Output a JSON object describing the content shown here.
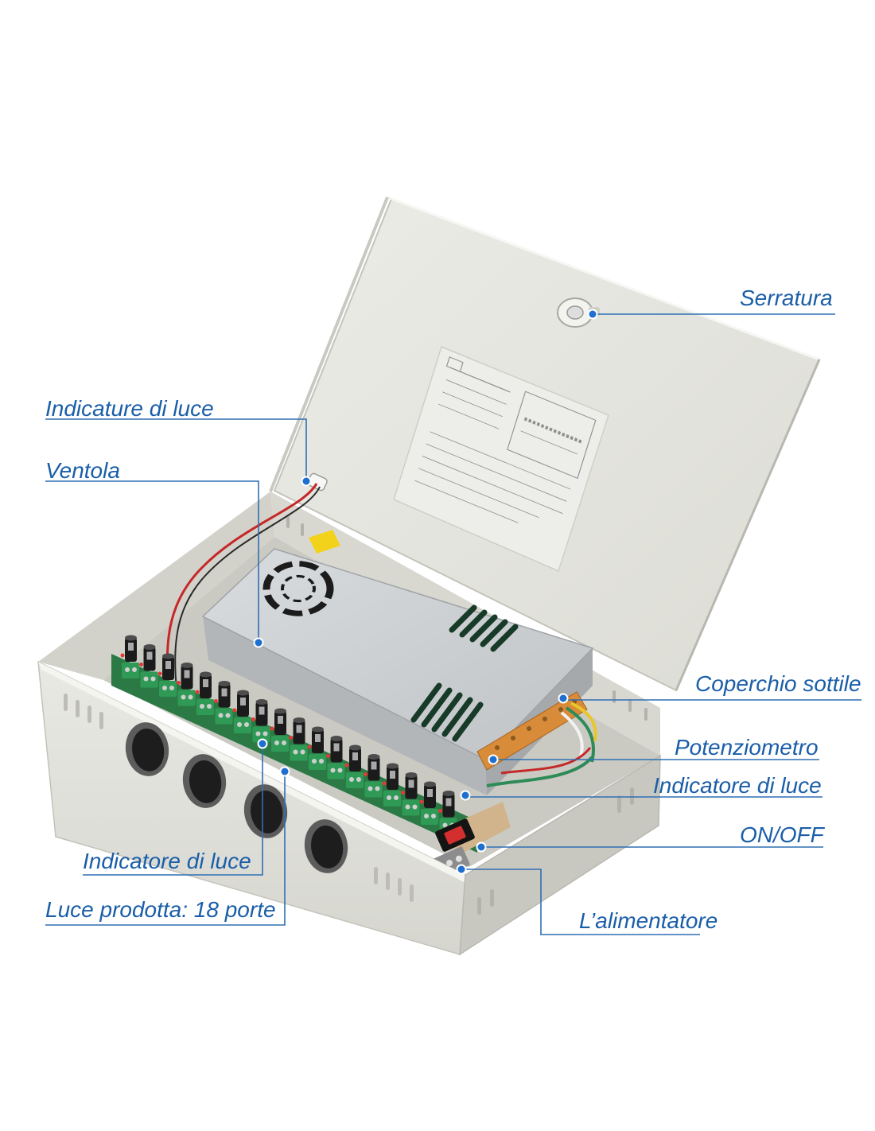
{
  "labels": {
    "serratura": "Serratura",
    "indicature_di_luce": "Indicature di luce",
    "ventola": "Ventola",
    "coperchio_sottile": "Coperchio sottile",
    "potenziometro": "Potenziometro",
    "indicatore_di_luce_right": "Indicatore di luce",
    "on_off": "ON/OFF",
    "alimentatore": "L’alimentatore",
    "indicatore_di_luce_left": "Indicatore di luce",
    "luce_prodotta": "Luce prodotta: 18 porte"
  },
  "colors": {
    "callout_text": "#1a5ea8",
    "callout_line": "#2f6fb3",
    "callout_dot": "#1e6fd0"
  }
}
